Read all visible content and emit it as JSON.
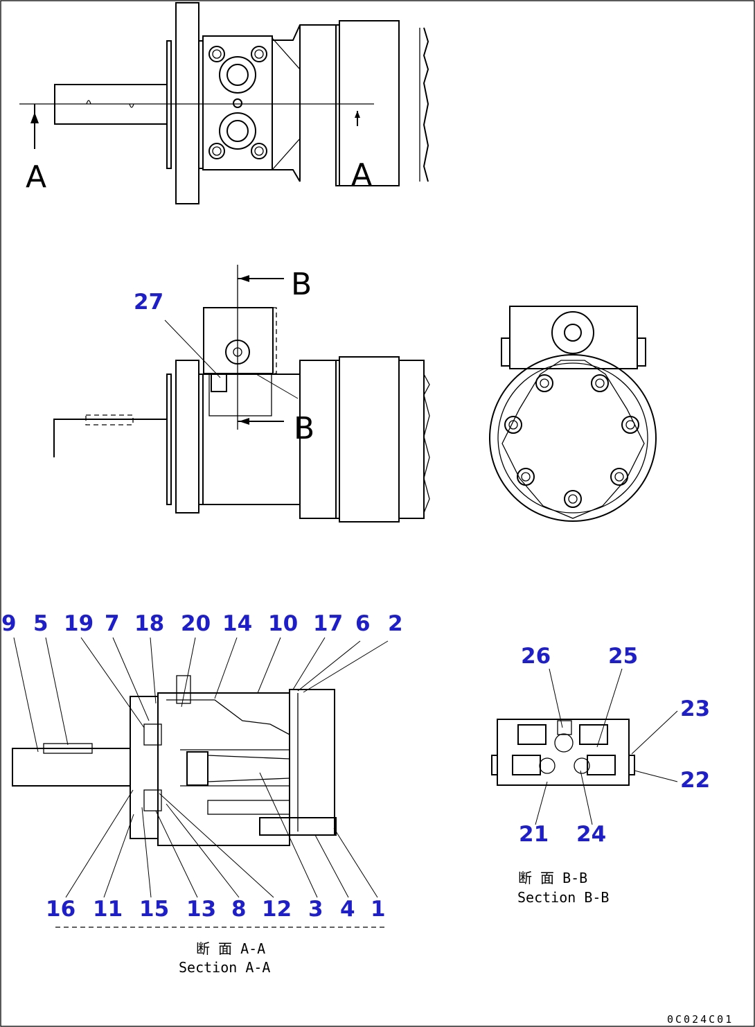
{
  "view_markers": {
    "section_a": "A",
    "section_b": "B"
  },
  "section_aa": {
    "title_jp": "断 面 A-A",
    "title_en": "Section A-A",
    "top_labels": [
      "9",
      "5",
      "19",
      "7",
      "18",
      "20",
      "14",
      "10",
      "17",
      "6",
      "2"
    ],
    "bottom_labels": [
      "16",
      "11",
      "15",
      "13",
      "8",
      "12",
      "3",
      "4",
      "1"
    ]
  },
  "section_bb": {
    "title_jp": "断 面 B-B",
    "title_en": "Section B-B",
    "labels": [
      "26",
      "25",
      "23",
      "22",
      "21",
      "24"
    ]
  },
  "side_view": {
    "labels": [
      "27"
    ]
  },
  "drawing_code": "0C024C01"
}
